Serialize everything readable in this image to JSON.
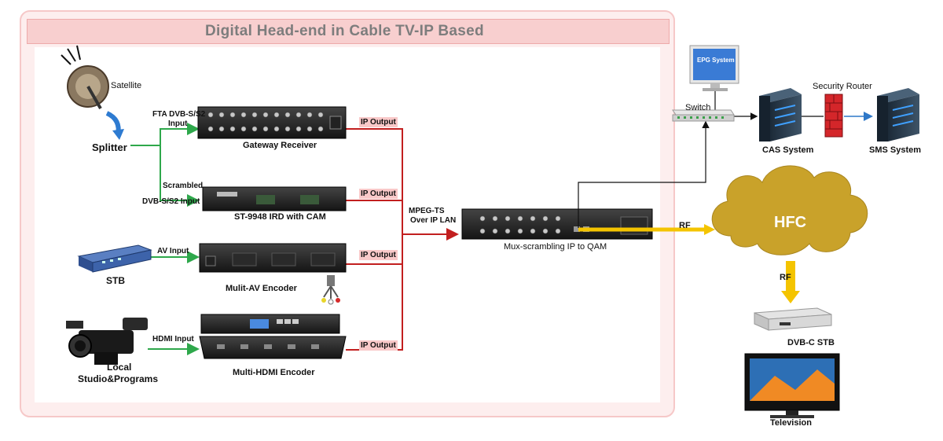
{
  "title": "Digital Head-end in Cable TV-IP Based",
  "labels": {
    "satellite": "Satellite",
    "splitter": "Splitter",
    "fta_input_1": "FTA DVB-S/S2",
    "fta_input_2": "Input",
    "scrambled": "Scrambled",
    "dvbs_input": "DVB-S/S2 Input",
    "gateway_receiver": "Gateway Receiver",
    "ird_cam": "ST-9948 IRD with CAM",
    "av_input": "AV Input",
    "stb": "STB",
    "av_encoder": "Mulit-AV Encoder",
    "hdmi_input": "HDMI Input",
    "local": "Local",
    "studio": "Studio&Programs",
    "hdmi_encoder": "Multi-HDMI Encoder",
    "ip_output_1": "IP Output",
    "ip_output_2": "IP Output",
    "ip_output_3": "IP Output",
    "ip_output_4": "IP Output",
    "mpegts_1": "MPEG-TS",
    "mpegts_2": "Over IP LAN",
    "mux_qam": "Mux-scrambling IP to QAM",
    "epg": "EPG System",
    "switch": "Switch",
    "security_router": "Security Router",
    "cas": "CAS System",
    "sms": "SMS System",
    "rf_1": "RF",
    "hfc": "HFC",
    "rf_2": "RF",
    "dvbc_stb": "DVB-C STB",
    "television": "Television"
  },
  "colors": {
    "ip_link": "#c21f1f",
    "input_link": "#2ea84b",
    "rf_link": "#f4c400",
    "hfc_cloud": "#c9a22a",
    "panel": "#fdeeee"
  }
}
